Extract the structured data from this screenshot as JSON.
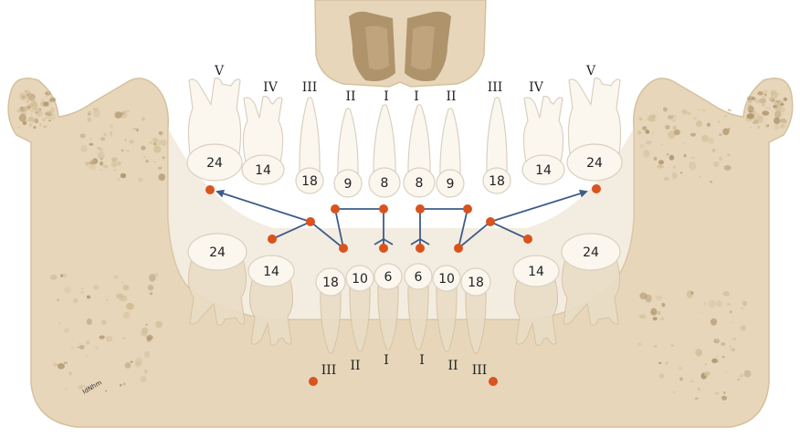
{
  "colors": {
    "bone": "#E7D6BA",
    "bone_edge": "#D5C19E",
    "bone_speckle": "#D2BD97",
    "marrow_dark": "#A88C63",
    "tooth": "#FBF7EF",
    "tooth_edge": "#D9D0C0",
    "root_shadow": "#EADDC7",
    "dot": "#D9531E",
    "arrow": "#3E5C89"
  },
  "upper": {
    "roman": [
      "V",
      "IV",
      "III",
      "II",
      "I",
      "I",
      "II",
      "III",
      "IV",
      "V"
    ],
    "values": [
      "24",
      "14",
      "18",
      "9",
      "8",
      "8",
      "9",
      "18",
      "14",
      "24"
    ]
  },
  "lower": {
    "roman": [
      "III",
      "II",
      "I",
      "I",
      "II",
      "III"
    ],
    "values": [
      "24",
      "14",
      "18",
      "10",
      "6",
      "6",
      "10",
      "18",
      "14",
      "24"
    ]
  },
  "credit": "IdNhm"
}
